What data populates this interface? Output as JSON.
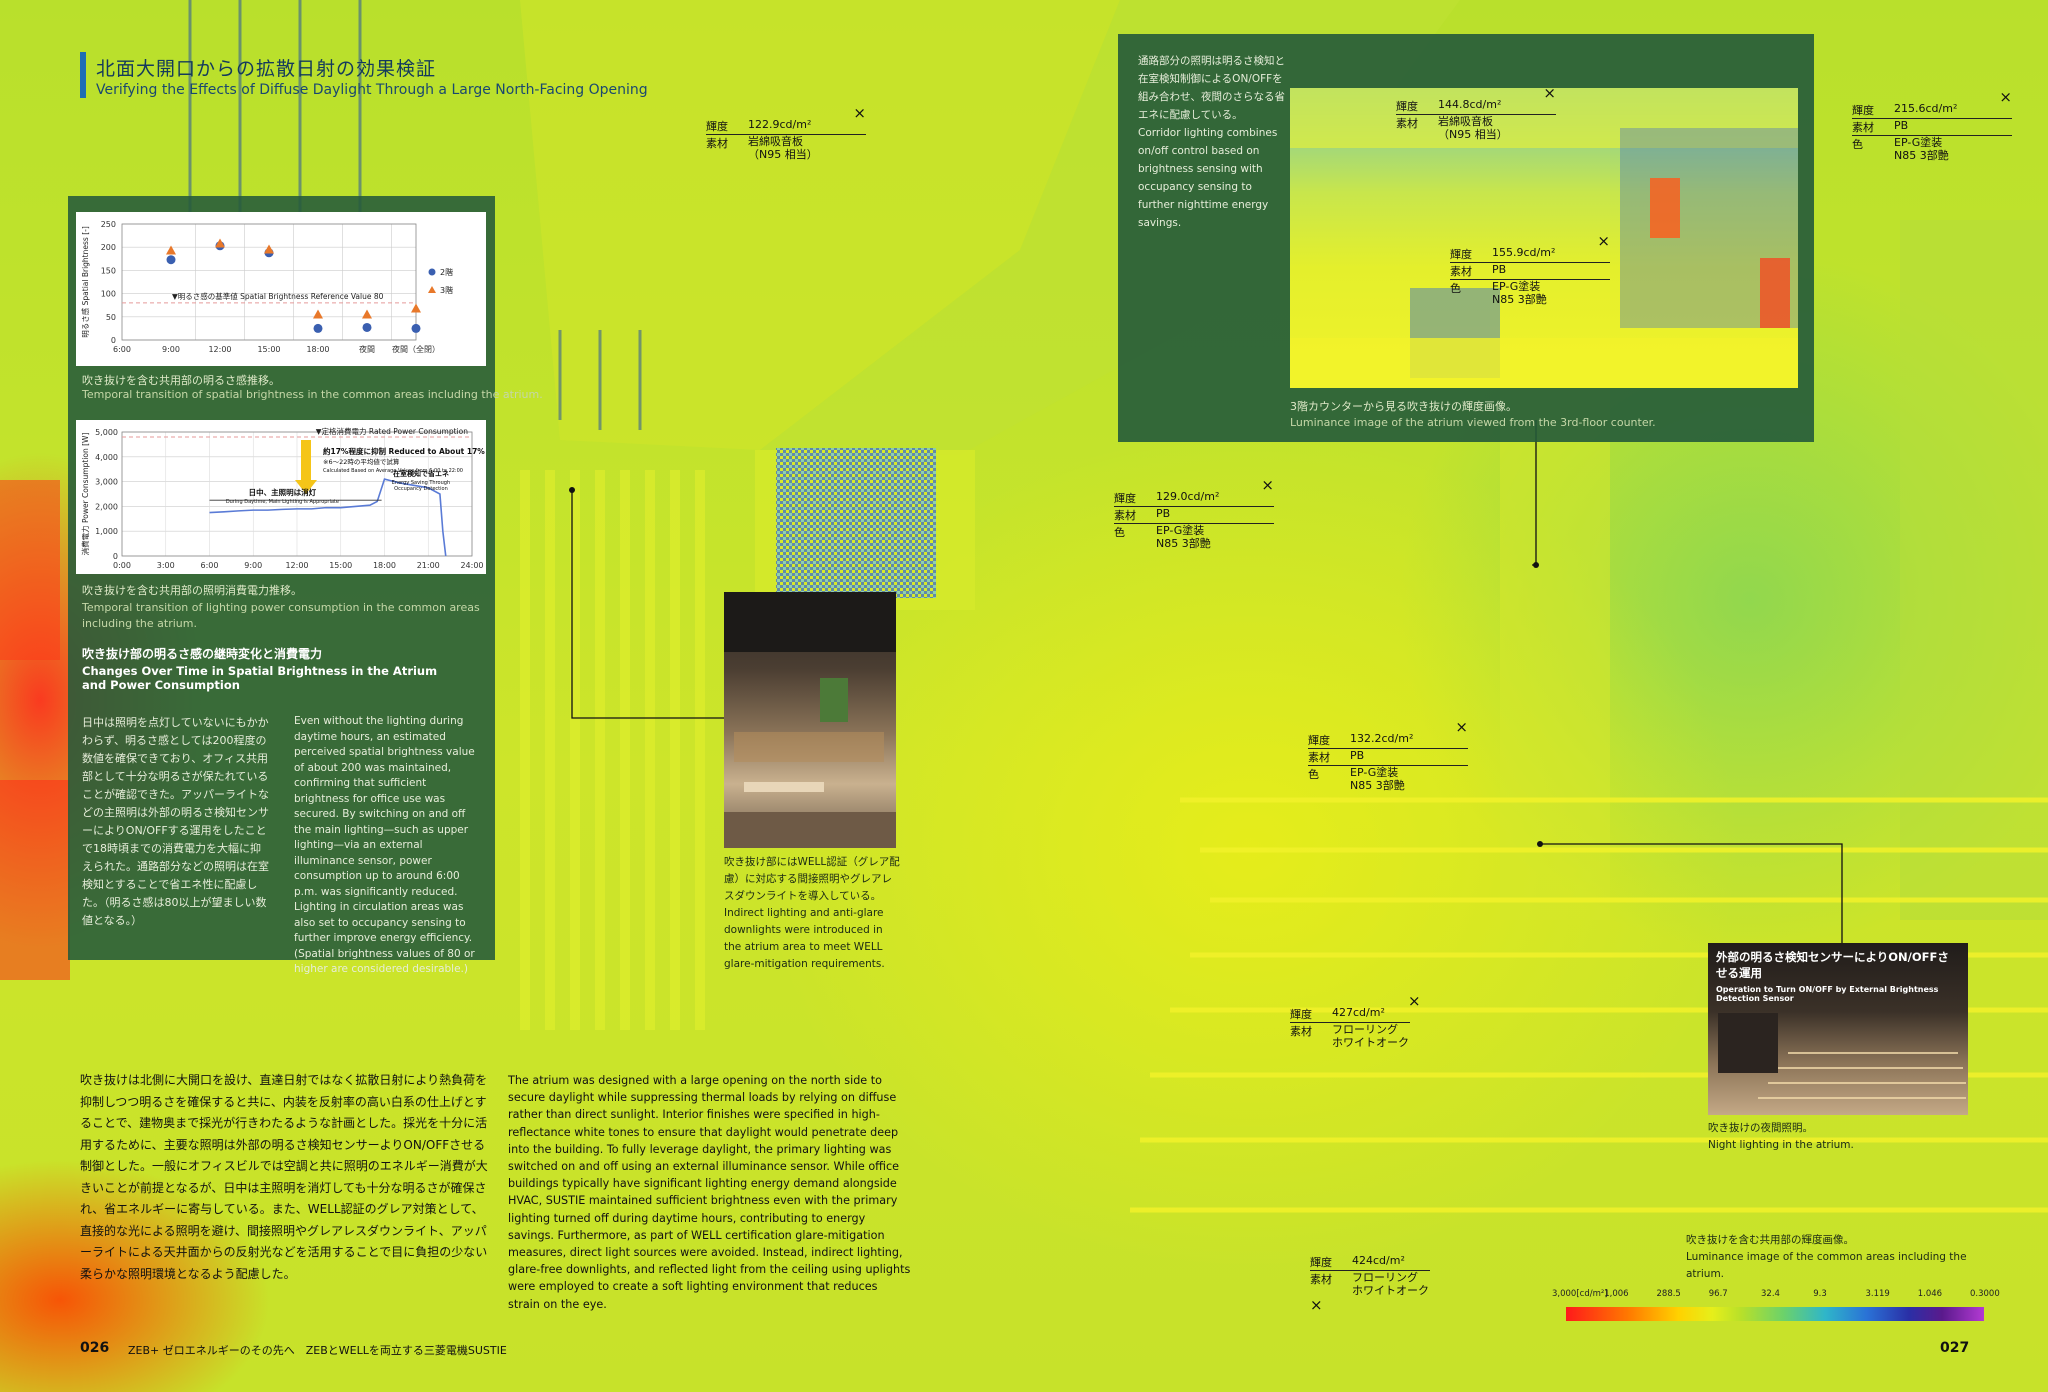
{
  "header": {
    "title_jp": "北面大開口からの拡散日射の効果検証",
    "title_en": "Verifying the Effects of Diffuse Daylight Through a Large North-Facing Opening"
  },
  "chart_brightness": {
    "caption_jp": "吹き抜けを含む共用部の明るさ感推移。",
    "caption_en": "Temporal transition of spatial brightness in the common areas including the atrium.",
    "ylabel": "明るさ感 Spatial Brightness [-]",
    "reference_label": "▼明るさ感の基準値 Spatial Brightness Reference Value 80"
  },
  "chart_power": {
    "caption_jp": "吹き抜けを含む共用部の照明消費電力推移。",
    "caption_en": "Temporal transition of lighting power consumption in the common areas including the atrium.",
    "ylabel": "消費電力 Power Consumption [W]",
    "rated_label": "▼定格消費電力 Rated Power Consumption",
    "note_reduce_jp": "約17%程度に抑制",
    "note_reduce_en": "Reduced to About 17%",
    "note_avg_jp": "※6〜22時の平均値で試算",
    "note_avg_en": "Calculated Based on Average Values from 6:00 to 22:00",
    "note_day_jp": "日中、主照明は消灯",
    "note_day_en": "During Daytime, Main Lighting is Appropriate",
    "note_occ_jp": "在室検知で省エネ",
    "note_occ_en1": "Energy Saving Through",
    "note_occ_en2": "Occupancy Detection"
  },
  "chart_data": [
    {
      "type": "scatter",
      "title": "",
      "categories": [
        "6:00",
        "9:00",
        "12:00",
        "15:00",
        "18:00",
        "夜間",
        "夜間（全閉）"
      ],
      "xlabel": "",
      "ylabel": "明るさ感 Spatial Brightness [-]",
      "ylim": [
        0,
        250
      ],
      "yticks": [
        0,
        50,
        100,
        150,
        200,
        250
      ],
      "reference": 80,
      "series": [
        {
          "name": "2階",
          "marker": "circle",
          "color": "#3a5fb0",
          "values": [
            null,
            173,
            203,
            188,
            25,
            27,
            25
          ]
        },
        {
          "name": "3階",
          "marker": "triangle",
          "color": "#e8782a",
          "values": [
            null,
            193,
            208,
            195,
            55,
            55,
            68
          ]
        }
      ],
      "grid": true,
      "legend": "right"
    },
    {
      "type": "line",
      "title": "",
      "x": [
        "0:00",
        "3:00",
        "6:00",
        "9:00",
        "12:00",
        "15:00",
        "18:00",
        "21:00",
        "24:00"
      ],
      "xlabel": "",
      "ylabel": "消費電力 Power Consumption [W]",
      "ylim": [
        0,
        5000
      ],
      "yticks": [
        0,
        1000,
        2000,
        3000,
        4000,
        5000
      ],
      "rated": 4800,
      "series": [
        {
          "name": "",
          "color": "#5a7bd6",
          "points": [
            [
              6,
              1750
            ],
            [
              7,
              1780
            ],
            [
              8,
              1820
            ],
            [
              9,
              1850
            ],
            [
              10,
              1850
            ],
            [
              11,
              1880
            ],
            [
              12,
              1900
            ],
            [
              13,
              1900
            ],
            [
              14,
              1950
            ],
            [
              15,
              1950
            ],
            [
              16,
              2000
            ],
            [
              17,
              2050
            ],
            [
              17.5,
              2200
            ],
            [
              18,
              3100
            ],
            [
              19,
              2950
            ],
            [
              20,
              2850
            ],
            [
              21,
              2750
            ],
            [
              21.8,
              2500
            ],
            [
              22,
              1000
            ],
            [
              22.2,
              0
            ]
          ]
        }
      ],
      "grid": true
    }
  ],
  "panel_left": {
    "head_jp": "吹き抜け部の明るさ感の継時変化と消費電力",
    "head_en": "Changes Over Time in Spatial Brightness in the Atrium and Power Consumption",
    "body_jp": "日中は照明を点灯していないにもかかわらず、明るさ感としては200程度の数値を確保できており、オフィス共用部として十分な明るさが保たれていることが確認できた。アッパーライトなどの主照明は外部の明るさ検知センサーによりON/OFFする運用をしたことで18時頃までの消費電力を大幅に抑えられた。通路部分などの照明は在室検知とすることで省エネ性に配慮した。（明るさ感は80以上が望ましい数値となる。）",
    "body_en": "Even without the lighting during daytime hours, an estimated perceived spatial brightness value of about 200 was maintained, confirming that sufficient brightness for office use was secured. By switching on and off the main lighting—such as upper lighting—via an external illuminance sensor, power consumption up to around 6:00 p.m. was significantly reduced. Lighting in circulation areas was also set to occupancy sensing to further improve energy efficiency. (Spatial brightness values of 80 or higher are considered desirable.)"
  },
  "panel_top_right": {
    "text_jp": "通路部分の照明は明るさ検知と在室検知制御によるON/OFFを組み合わせ、夜間のさらなる省エネに配慮している。",
    "text_en": "Corridor lighting combines on/off control based on brightness sensing with occupancy sensing to further nighttime energy savings.",
    "caption_jp": "3階カウンターから見る吹き抜けの輝度画像。",
    "caption_en": "Luminance image of the atrium viewed from the 3rd-floor counter."
  },
  "labels": {
    "k_lum": "輝度",
    "k_mat": "素材",
    "k_col": "色",
    "x_mark": "×"
  },
  "lum_tags": [
    {
      "lum": "122.9cd/m²",
      "mat": "岩綿吸音板",
      "mat2": "（N95 相当）"
    },
    {
      "lum": "144.8cd/m²",
      "mat": "岩綿吸音板",
      "mat2": "（N95 相当）"
    },
    {
      "lum": "215.6cd/m²",
      "mat": "PB",
      "col": "EP-G塗装",
      "col2": "N85 3部艶"
    },
    {
      "lum": "155.9cd/m²",
      "mat": "PB",
      "col": "EP-G塗装",
      "col2": "N85 3部艶"
    },
    {
      "lum": "129.0cd/m²",
      "mat": "PB",
      "col": "EP-G塗装",
      "col2": "N85 3部艶"
    },
    {
      "lum": "132.2cd/m²",
      "mat": "PB",
      "col": "EP-G塗装",
      "col2": "N85 3部艶"
    },
    {
      "lum": "427cd/m²",
      "mat": "フローリング",
      "mat2": "ホワイトオーク"
    },
    {
      "lum": "424cd/m²",
      "mat": "フローリング",
      "mat2": "ホワイトオーク"
    }
  ],
  "photo_mid": {
    "caption_jp": "吹き抜け部にはWELL認証（グレア配慮）に対応する間接照明やグレアレスダウンライトを導入している。",
    "caption_en": "Indirect lighting and anti-glare downlights were introduced in the atrium area to meet WELL glare-mitigation requirements."
  },
  "photo_night": {
    "title_jp": "外部の明るさ検知センサーによりON/OFFさせる運用",
    "title_en": "Operation to Turn ON/OFF by External Brightness Detection Sensor",
    "caption_jp": "吹き抜けの夜間照明。",
    "caption_en": "Night lighting in the atrium."
  },
  "luminance_caption": {
    "jp": "吹き抜けを含む共用部の輝度画像。",
    "en": "Luminance image of the common areas including the atrium."
  },
  "scale": {
    "labels": [
      "3,000[cd/m²]",
      "1,006",
      "288.5",
      "96.7",
      "32.4",
      "9.3",
      "3.119",
      "1.046",
      "0.3000"
    ],
    "colors": [
      "#ff1a1a",
      "#ffd200",
      "#b7e02a",
      "#2fb6c9",
      "#2a2fa6",
      "#b33ad3"
    ]
  },
  "body": {
    "jp": "吹き抜けは北側に大開口を設け、直達日射ではなく拡散日射により熱負荷を抑制しつつ明るさを確保すると共に、内装を反射率の高い白系の仕上げとすることで、建物奥まで採光が行きわたるような計画とした。採光を十分に活用するために、主要な照明は外部の明るさ検知センサーよりON/OFFさせる制御とした。一般にオフィスビルでは空調と共に照明のエネルギー消費が大きいことが前提となるが、日中は主照明を消灯しても十分な明るさが確保され、省エネルギーに寄与している。また、WELL認証のグレア対策として、直接的な光による照明を避け、間接照明やグレアレスダウンライト、アッパーライトによる天井面からの反射光などを活用することで目に負担の少ない柔らかな照明環境となるよう配慮した。",
    "en": "The atrium was designed with a large opening on the north side to secure daylight while suppressing thermal loads by relying on diffuse rather than direct sunlight. Interior finishes were specified in high-reflectance white tones to ensure that daylight would penetrate deep into the building. To fully leverage daylight, the primary lighting was switched on and off using an external illuminance sensor. While office buildings typically have significant lighting energy demand alongside HVAC, SUSTIE maintained sufficient brightness even with the primary lighting turned off during daytime hours, contributing to energy savings. Furthermore, as part of WELL certification glare-mitigation measures, direct light sources were avoided. Instead, indirect lighting, glare-free downlights, and reflected light from the ceiling using uplights were employed to create a soft lighting environment that reduces strain on the eye."
  },
  "footer": {
    "page_left": "026",
    "page_right": "027",
    "running": "ZEB+ ゼロエネルギーのその先へ　ZEBとWELLを両立する三菱電機SUSTIE"
  }
}
